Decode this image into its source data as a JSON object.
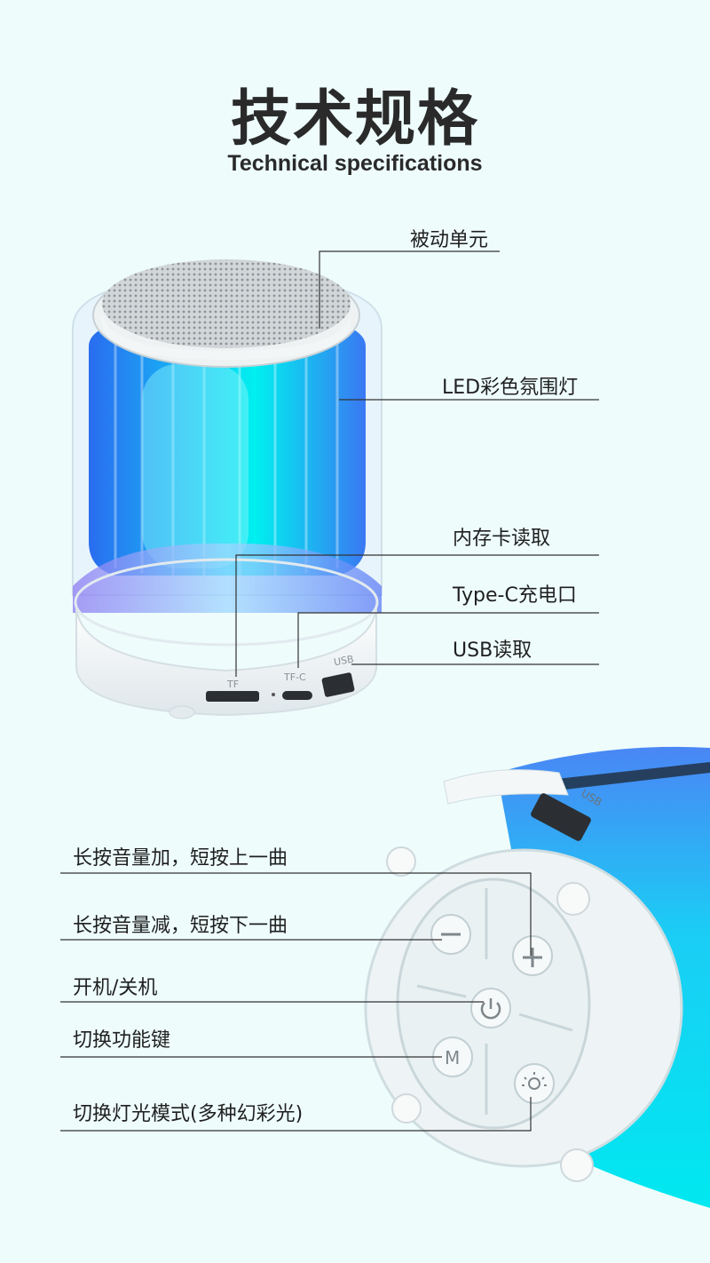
{
  "header": {
    "title": "技术规格",
    "subtitle": "Technical specifications"
  },
  "top_callouts": [
    "被动单元",
    "LED彩色氛围灯",
    "内存卡读取",
    "Type-C充电口",
    "USB读取"
  ],
  "port_labels": [
    "TF",
    "TF-C",
    "USB"
  ],
  "bottom_callouts": [
    "长按音量加，短按上一曲",
    "长按音量减，短按下一曲",
    "开机/关机",
    "切换功能键",
    "切换灯光模式(多种幻彩光)"
  ],
  "button_icons": [
    "plus-icon",
    "minus-icon",
    "power-icon",
    "mode-m-icon",
    "light-bulb-icon"
  ],
  "colors": {
    "background": "#eefcfc",
    "glow_cyan": "#00f0f0",
    "glow_blue": "#2a6cf0",
    "shell_white": "#f4f7f8"
  }
}
